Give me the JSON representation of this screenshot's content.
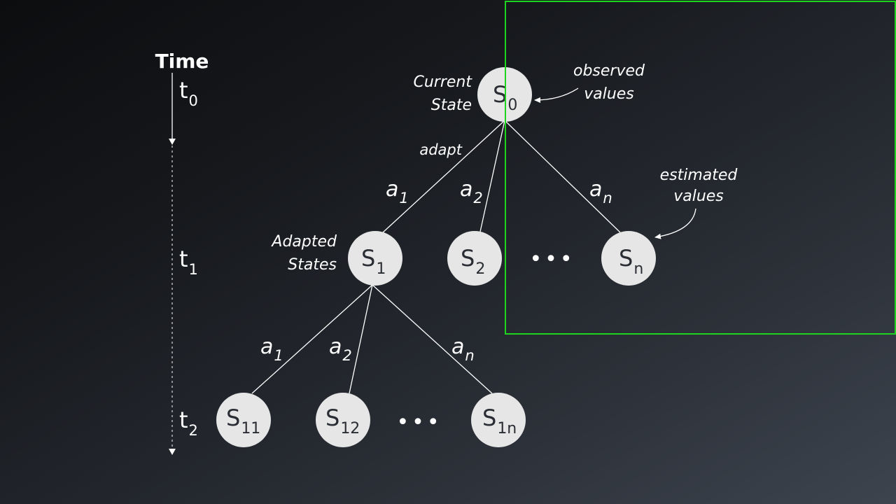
{
  "timeline": {
    "title": "Time",
    "t0": {
      "base": "t",
      "sub": "0"
    },
    "t1": {
      "base": "t",
      "sub": "1"
    },
    "t2": {
      "base": "t",
      "sub": "2"
    }
  },
  "labels": {
    "current_state_line1": "Current",
    "current_state_line2": "State",
    "adapted_states_line1": "Adapted",
    "adapted_states_line2": "States",
    "adapt": "adapt",
    "observed_line1": "observed",
    "observed_line2": "values",
    "estimated_line1": "estimated",
    "estimated_line2": "values",
    "ellipsis": "•••"
  },
  "nodes": {
    "s0": {
      "base": "S",
      "sub": "0"
    },
    "s1": {
      "base": "S",
      "sub": "1"
    },
    "s2": {
      "base": "S",
      "sub": "2"
    },
    "sn": {
      "base": "S",
      "sub": "n"
    },
    "s11": {
      "base": "S",
      "sub": "11"
    },
    "s12": {
      "base": "S",
      "sub": "12"
    },
    "s1n": {
      "base": "S",
      "sub": "1n"
    }
  },
  "actions": {
    "l1_a1": {
      "base": "a",
      "sub": "1"
    },
    "l1_a2": {
      "base": "a",
      "sub": "2"
    },
    "l1_an": {
      "base": "a",
      "sub": "n"
    },
    "l2_a1": {
      "base": "a",
      "sub": "1"
    },
    "l2_a2": {
      "base": "a",
      "sub": "2"
    },
    "l2_an": {
      "base": "a",
      "sub": "n"
    }
  },
  "colors": {
    "node_fill": "#e6e6e6",
    "node_text": "#2a2d33",
    "line": "#ffffff",
    "highlight": "#1fd41f"
  }
}
